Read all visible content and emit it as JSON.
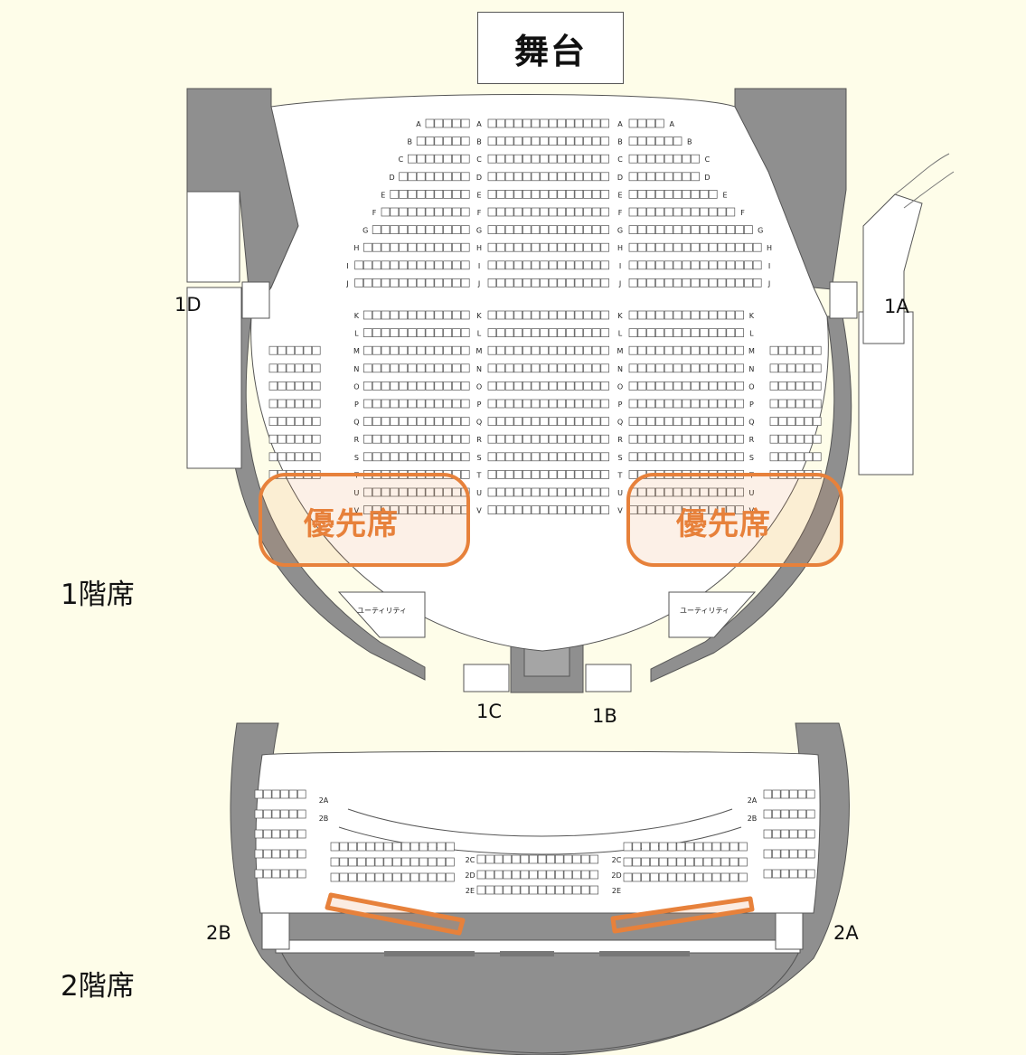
{
  "stage": {
    "label": "舞台"
  },
  "floors": {
    "floor1": {
      "label": "1階席"
    },
    "floor2": {
      "label": "2階席"
    }
  },
  "doors": {
    "d1A": "1A",
    "d1B": "1B",
    "d1C": "1C",
    "d1D": "1D",
    "d2A": "2A",
    "d2B": "2B"
  },
  "priority": {
    "label": "優先席",
    "color": "#e7813b"
  },
  "utility": {
    "label": "ユーティリティ"
  },
  "rows": {
    "floor1": [
      "A",
      "B",
      "C",
      "D",
      "E",
      "F",
      "G",
      "H",
      "I",
      "J",
      "K",
      "L",
      "M",
      "N",
      "O",
      "P",
      "Q",
      "R",
      "S",
      "T",
      "U",
      "V"
    ],
    "floor2": [
      "2A",
      "2B",
      "2C",
      "2D",
      "2E"
    ]
  },
  "colors": {
    "background": "#fefde9",
    "walls": "#8f8f8f",
    "seats_outline": "#555555",
    "priority": "#e7813b"
  }
}
